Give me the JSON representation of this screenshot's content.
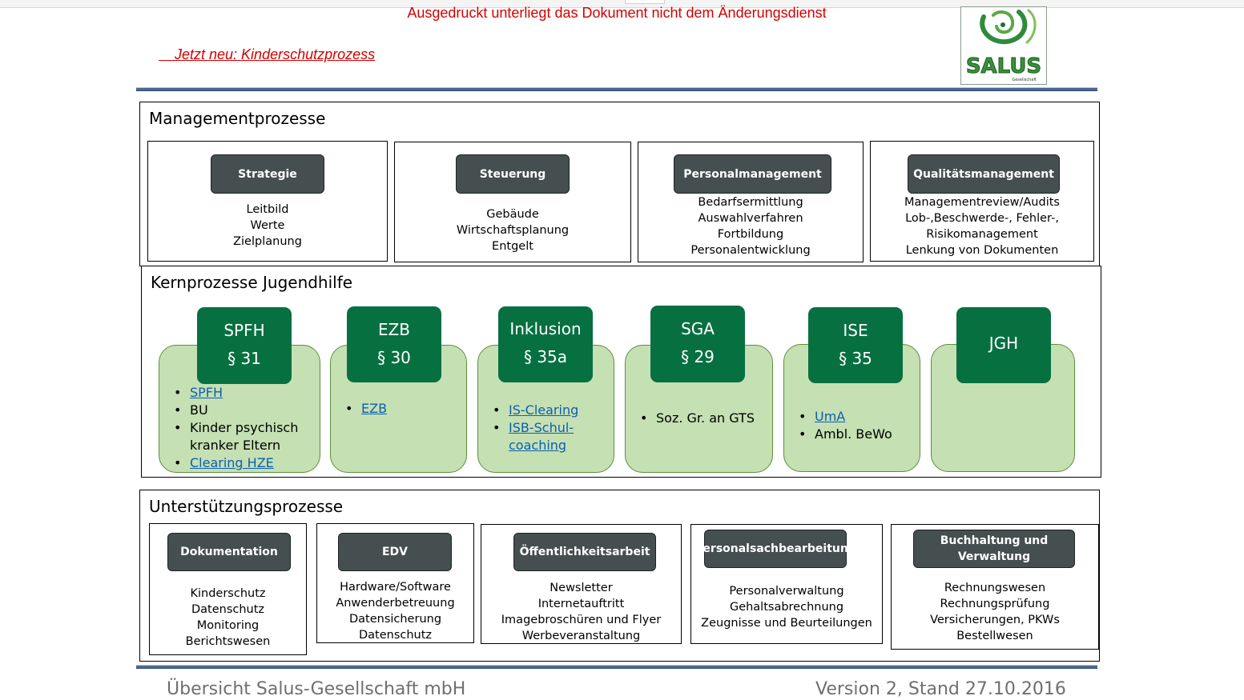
{
  "header": {
    "notice": "Ausgedruckt unterliegt das Dokument nicht dem Änderungsdienst",
    "new_link": "    Jetzt neu: Kinderschutzprozess",
    "logo_text": "SALUS",
    "logo_subtext": "Gesellschaft"
  },
  "management": {
    "title": "Managementprozesse",
    "boxes": [
      {
        "label": "Strategie",
        "lines": [
          "Leitbild",
          "Werte",
          "Zielplanung"
        ]
      },
      {
        "label": "Steuerung",
        "lines": [
          "Gebäude",
          "Wirtschaftsplanung",
          "Entgelt"
        ]
      },
      {
        "label": "Personalmanagement",
        "lines": [
          "Bedarfsermittlung",
          "Auswahlverfahren",
          "Fortbildung",
          "Personalentwicklung"
        ]
      },
      {
        "label": "Qualitätsmanagement",
        "lines": [
          "Managementreview/Audits",
          "Lob-,Beschwerde-, Fehler-,",
          "Risikomanagement",
          "Lenkung von Dokumenten"
        ]
      }
    ]
  },
  "core": {
    "title": "Kernprozesse Jugendhilfe",
    "boxes": [
      {
        "title": "SPFH",
        "para": "§ 31",
        "items": [
          "SPFH",
          "BU",
          "Kinder psychisch kranker Eltern",
          "Clearing HZE"
        ]
      },
      {
        "title": "EZB",
        "para": "§ 30",
        "items": [
          "EZB"
        ]
      },
      {
        "title": "Inklusion",
        "para": "§ 35a",
        "items": [
          "IS-Clearing",
          "ISB-Schul-coaching"
        ]
      },
      {
        "title": "SGA",
        "para": "§ 29",
        "items": [
          "Soz. Gr. an GTS"
        ]
      },
      {
        "title": "ISE",
        "para": "§ 35",
        "items": [
          "UmA",
          "Ambl. BeWo"
        ]
      },
      {
        "title": "JGH",
        "para": "",
        "items": []
      }
    ]
  },
  "support": {
    "title": "Unterstützungsprozesse",
    "boxes": [
      {
        "label": "Dokumentation",
        "lines": [
          "Kinderschutz",
          "Datenschutz",
          "Monitoring",
          "Berichtswesen"
        ]
      },
      {
        "label": "EDV",
        "lines": [
          "Hardware/Software",
          "Anwenderbetreuung",
          "Datensicherung",
          "Datenschutz"
        ]
      },
      {
        "label": "Öffentlichkeitsarbeit",
        "lines": [
          "Newsletter",
          "Internetauftritt",
          "Imagebroschüren und Flyer",
          "Werbeveranstaltung"
        ]
      },
      {
        "label": "Personalsachbearbeitung",
        "lines": [
          "Personalverwaltung",
          "Gehaltsabrechnung",
          "Zeugnisse und Beurteilungen"
        ]
      },
      {
        "label": "Buchhaltung und Verwaltung",
        "lines": [
          "Rechnungswesen",
          "Rechnungsprüfung",
          "Versicherungen, PKWs",
          "Bestellwesen"
        ]
      }
    ]
  },
  "footer": {
    "left": "Übersicht Salus-Gesellschaft mbH",
    "right": "Version 2, Stand 27.10.2016"
  },
  "colors": {
    "notice": "#d40000",
    "dark_button": "#464f4f",
    "green_tab": "#077041",
    "green_box": "#c5e0b3",
    "link": "#0c5fb3",
    "rule": "#4a6893"
  }
}
